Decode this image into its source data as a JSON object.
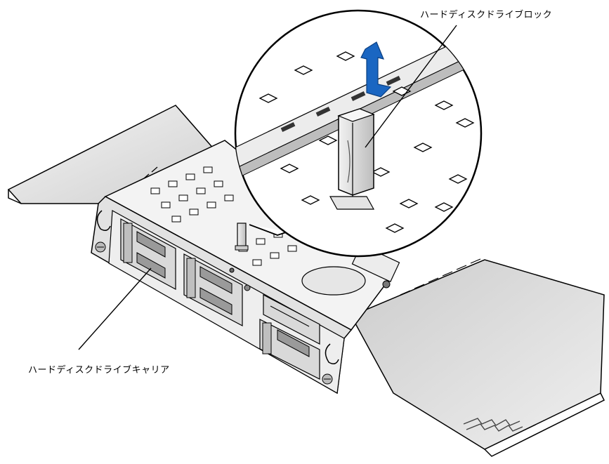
{
  "labels": {
    "hard_drive_lock": "ハードディスクドライブロック",
    "hard_drive_carrier": "ハードディスクドライブキャリア"
  },
  "icons": {
    "lift_arrow": "blue-up-arrow-icon",
    "logo_emboss": "dell-logo"
  },
  "colors": {
    "arrow": "#1a66c2",
    "line": "#000000",
    "panel_fill": "#dcdcdc",
    "panel_dark": "#9a9a9a"
  }
}
